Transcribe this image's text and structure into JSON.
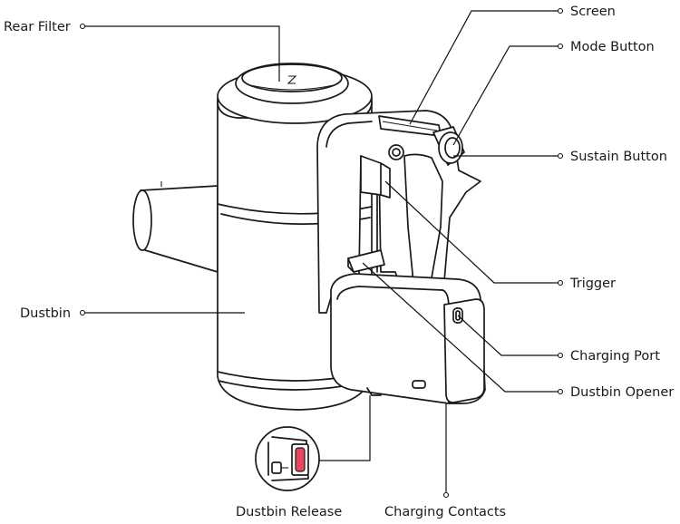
{
  "labels": {
    "rear_filter": "Rear Filter",
    "dustbin": "Dustbin",
    "screen": "Screen",
    "mode_button": "Mode Button",
    "sustain_button": "Sustain Button",
    "trigger": "Trigger",
    "charging_port": "Charging Port",
    "dustbin_opener": "Dustbin Opener",
    "dustbin_release": "Dustbin Release",
    "charging_contacts": "Charging Contacts"
  },
  "colors": {
    "line": "#1a1a1a",
    "release_highlight": "#e8475f"
  }
}
